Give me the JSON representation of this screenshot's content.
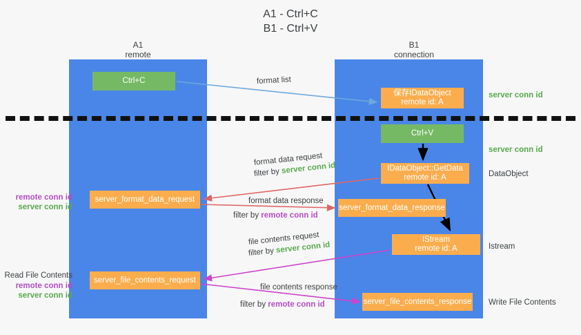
{
  "title": {
    "line1": "A1 - Ctrl+C",
    "line2": "B1 - Ctrl+V"
  },
  "columns": [
    {
      "name": "A1",
      "sub": "remote"
    },
    {
      "name": "B1",
      "sub": "connection"
    }
  ],
  "colors": {
    "lane": "#4a86e8",
    "green_box": "#76b965",
    "orange_box": "#fbad4e",
    "blue_arrow": "#6fa8dc",
    "red_arrow": "#e06666",
    "magenta_arrow": "#cc44cc",
    "black_arrow": "#000000",
    "green_text": "#5aa84f",
    "purple_text": "#b44ec4",
    "separator": "#111111"
  },
  "nodes": {
    "ctrl_c": {
      "line1": "Ctrl+C",
      "line2": ""
    },
    "data_object": {
      "line1": "保存IDataObject",
      "line2": "remote id: A"
    },
    "ctrl_v": {
      "line1": "Ctrl+V",
      "line2": ""
    },
    "get_data": {
      "line1": "IDataObject::GetData",
      "line2": "remote id: A"
    },
    "format_data_request": {
      "line1": "server_format_data_request",
      "line2": ""
    },
    "format_data_response": {
      "line1": "server_format_data_response",
      "line2": ""
    },
    "istream": {
      "line1": "IStream",
      "line2": "remote id: A"
    },
    "file_contents_request": {
      "line1": "server_file_contents_request",
      "line2": ""
    },
    "file_contents_response": {
      "line1": "server_file_contents_response",
      "line2": ""
    }
  },
  "arrow_labels": {
    "format_list": "format list",
    "format_data_request": "format data request",
    "format_data_request_filter_prefix": "filter by ",
    "format_data_request_filter_value": "server conn id",
    "format_data_response": "format data response",
    "format_data_response_filter_prefix": "filter by ",
    "format_data_response_filter_value": "remote conn id",
    "file_contents_request": "file contents request",
    "file_contents_request_filter_prefix": "filter by ",
    "file_contents_request_filter_value": "server conn id",
    "file_contents_response": "file contents response",
    "file_contents_response_filter_prefix": "filter by ",
    "file_contents_response_filter_value": "remote conn id"
  },
  "right_labels": {
    "server_conn_id_1": "server conn id",
    "server_conn_id_2": "server conn id",
    "data_object": "DataObject",
    "istream": "Istream",
    "write_file_contents": "Write File Contents"
  },
  "left_labels": {
    "group1_remote": "remote conn id",
    "group1_server": "server conn id",
    "read_file_contents": "Read File Contents",
    "group2_remote": "remote conn id",
    "group2_server": "server conn id"
  }
}
